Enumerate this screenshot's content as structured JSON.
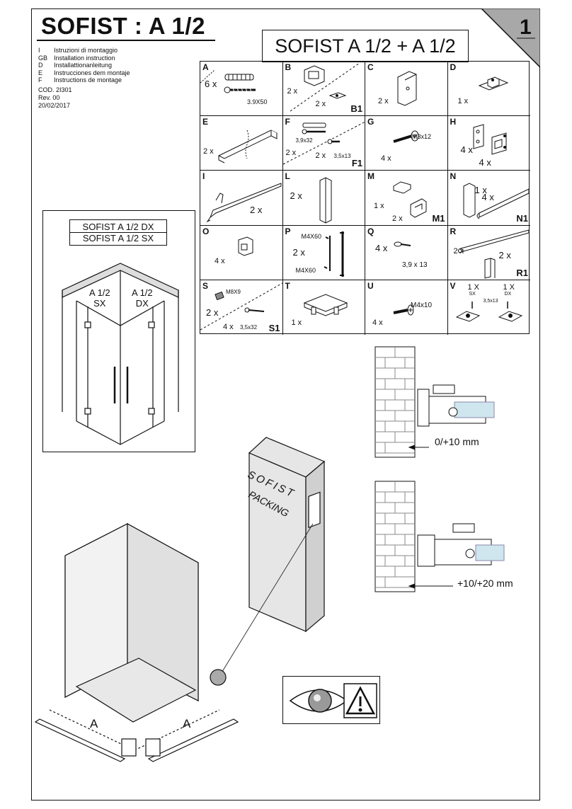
{
  "header": {
    "title": "SOFIST : A 1/2",
    "model_combo": "SOFIST A 1/2 + A 1/2",
    "page_number": "1"
  },
  "languages": [
    {
      "code": "I",
      "text": "Istruzioni di montaggio"
    },
    {
      "code": "GB",
      "text": "Installation instruction"
    },
    {
      "code": "D",
      "text": "Installattionanleitung"
    },
    {
      "code": "E",
      "text": "Instrucciones dem montaje"
    },
    {
      "code": "F",
      "text": "Instructions de montage"
    }
  ],
  "meta": {
    "cod": "COD. 2I301",
    "rev": "Rev. 00",
    "date": "20/02/2017"
  },
  "parts": {
    "A": {
      "letter": "A",
      "qty": "6 x",
      "spec": "3.9X50"
    },
    "B": {
      "letter": "B",
      "qty1": "2 x",
      "qty2": "2 x",
      "sub": "B1"
    },
    "C": {
      "letter": "C",
      "qty": "2 x"
    },
    "D": {
      "letter": "D",
      "qty": "1 x"
    },
    "E": {
      "letter": "E",
      "qty": "2 x"
    },
    "F": {
      "letter": "F",
      "qty1": "2 x",
      "qty2": "2 x",
      "spec1": "3,9x32",
      "spec2": "3,5x13",
      "sub": "F1"
    },
    "G": {
      "letter": "G",
      "qty": "4 x",
      "spec": "M3x12"
    },
    "H": {
      "letter": "H",
      "qty1": "4 x",
      "qty2": "4 x"
    },
    "I": {
      "letter": "I",
      "qty": "2 x"
    },
    "L": {
      "letter": "L",
      "qty": "2 x"
    },
    "M": {
      "letter": "M",
      "qty1": "1 x",
      "qty2": "2 x",
      "sub": "M1"
    },
    "N": {
      "letter": "N",
      "qty1": "1 x",
      "qty2": "4 x",
      "sub": "N1"
    },
    "O": {
      "letter": "O",
      "qty": "4 x"
    },
    "P": {
      "letter": "P",
      "qty": "2 x",
      "spec1": "M4X60",
      "spec2": "M4X60"
    },
    "Q": {
      "letter": "Q",
      "qty": "4 x",
      "spec": "3,9 x 13"
    },
    "R": {
      "letter": "R",
      "qty1": "2 x",
      "qty2": "2 x",
      "sub": "R1"
    },
    "S": {
      "letter": "S",
      "qty1": "2 x",
      "qty2": "4 x",
      "spec1": "M8X9",
      "spec2": "3,5x32",
      "sub": "S1"
    },
    "T": {
      "letter": "T",
      "qty": "1 x"
    },
    "U": {
      "letter": "U",
      "qty": "4 x",
      "spec": "M4x10"
    },
    "V": {
      "letter": "V",
      "qty1": "1 X",
      "qty2": "1 X",
      "side1": "SX",
      "side2": "DX",
      "spec": "3,5x13"
    }
  },
  "side_panel": {
    "label1": "SOFIST A 1/2 DX",
    "label2": "SOFIST A 1/2 SX",
    "door_left": "A 1/2",
    "door_left_side": "SX",
    "door_right": "A 1/2",
    "door_right_side": "DX"
  },
  "packing": {
    "brand": "SOFIST",
    "label": "PACKING"
  },
  "adjust": {
    "range1": "0/+10 mm",
    "range2": "+10/+20 mm"
  },
  "floor": {
    "dim1": "A",
    "dim2": "A"
  }
}
